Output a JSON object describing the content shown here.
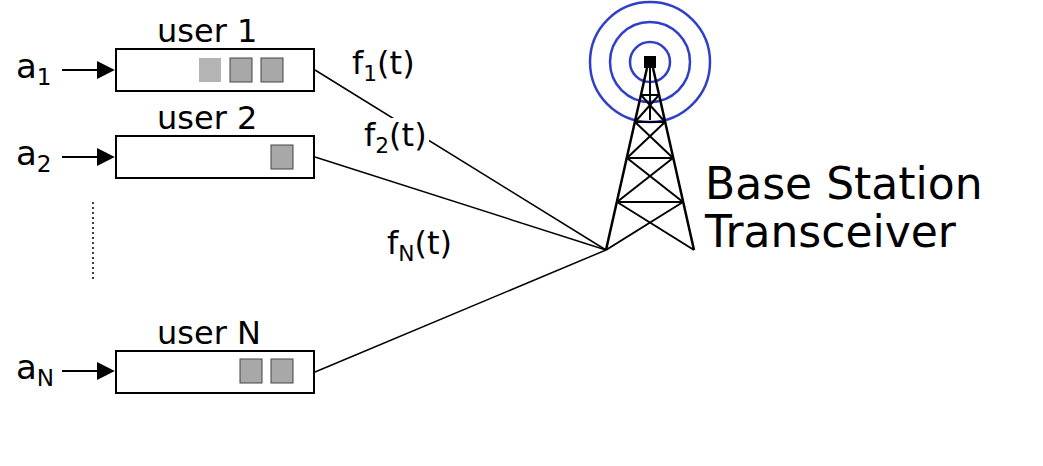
{
  "diagram": {
    "nodes": [
      {
        "text": [
          "user 1"
        ]
      },
      {
        "text": [
          "user 2"
        ]
      },
      {
        "text": [
          "user N"
        ]
      },
      {
        "text": [
          "Base Station Transceiver"
        ]
      }
    ],
    "edges": [
      {
        "from": 0,
        "to": 3,
        "arrow": "none",
        "label": "f1(t)"
      },
      {
        "from": 1,
        "to": 3,
        "arrow": "none",
        "label": "f2(t)"
      },
      {
        "from": 2,
        "to": 3,
        "arrow": "none",
        "label": "fN(t)"
      }
    ],
    "labels": [
      "a1",
      "a2",
      "aN"
    ]
  }
}
